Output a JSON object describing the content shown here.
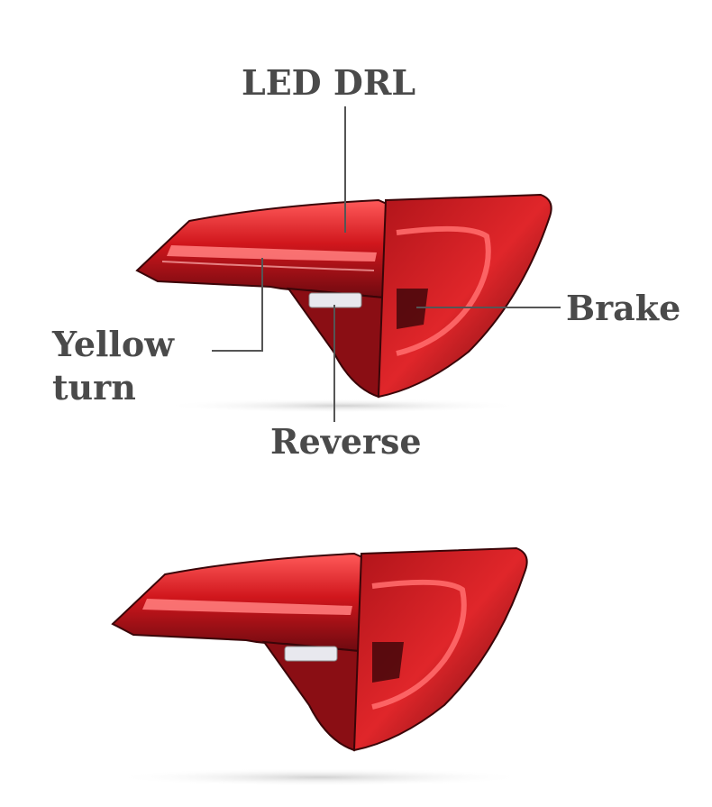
{
  "labels": {
    "led_drl": "LED DRL",
    "brake": "Brake",
    "yellow_turn": "Yellow turn",
    "reverse": "Reverse"
  },
  "colors": {
    "lens_red": "#d0161c",
    "lens_dark": "#6e0a10",
    "lens_highlight": "#ff4a4a",
    "label_text": "#4a4a4a",
    "leader_line": "#555555"
  }
}
